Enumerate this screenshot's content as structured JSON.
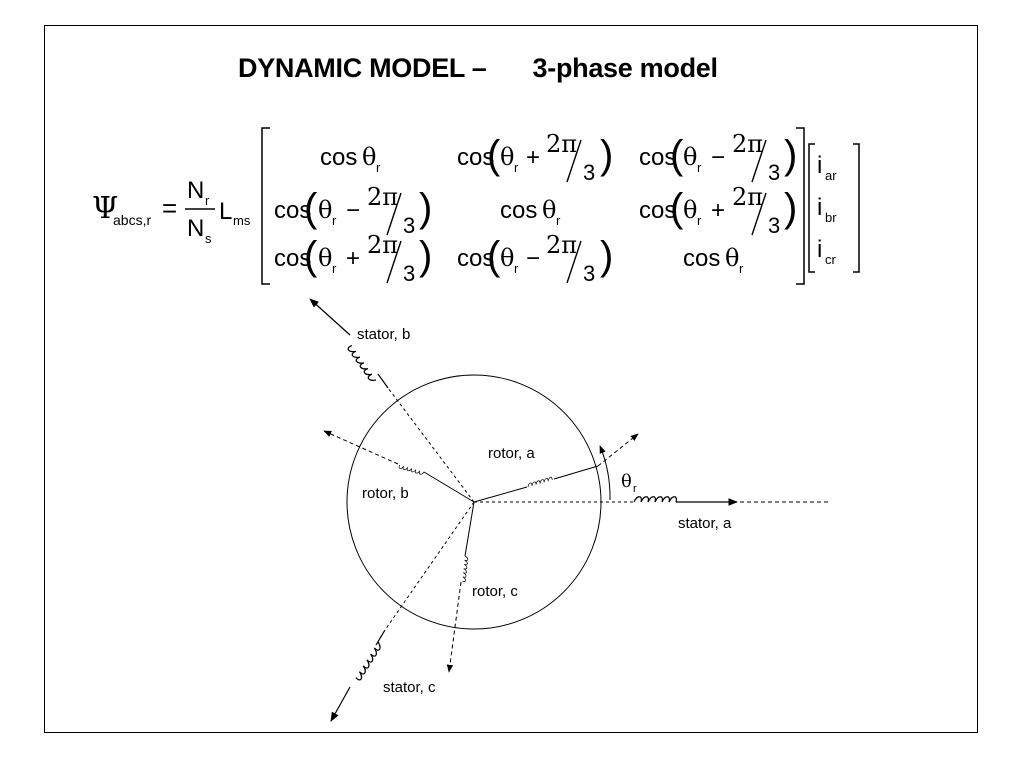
{
  "slide": {
    "title_part1": "DYNAMIC MODEL –",
    "title_part2": "3-phase model"
  },
  "equation": {
    "lhs_symbol": "Ψ",
    "lhs_subscript": "abcs,r",
    "equals": "=",
    "frac_num": "N",
    "frac_num_sub": "r",
    "frac_den": "N",
    "frac_den_sub": "s",
    "inductance": "L",
    "inductance_sub": "ms",
    "cos": "cos",
    "theta": "θ",
    "theta_sub": "r",
    "plus": "+",
    "minus": "−",
    "two_pi": "2π",
    "three": "3",
    "current": "i",
    "current_subs": [
      "ar",
      "br",
      "cr"
    ]
  },
  "diagram": {
    "labels": {
      "stator_a": "stator, a",
      "stator_b": "stator, b",
      "stator_c": "stator, c",
      "rotor_a": "rotor, a",
      "rotor_b": "rotor, b",
      "rotor_c": "rotor, c",
      "angle_symbol": "θ",
      "angle_sub": "r"
    }
  }
}
